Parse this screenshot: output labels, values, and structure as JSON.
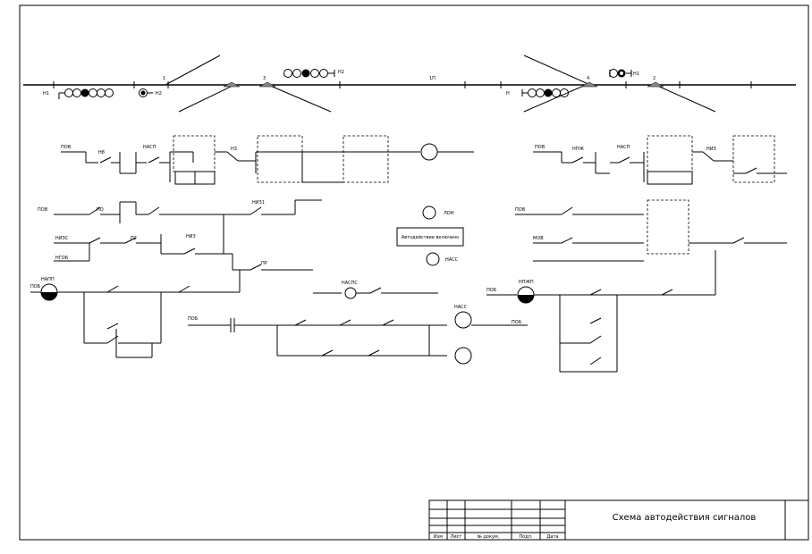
{
  "drawing": {
    "title": "Схема автодействия сигналов"
  },
  "track_plan": {
    "labels": [
      "1",
      "3",
      "1П",
      "4",
      "2",
      "Н1",
      "Н",
      "Н2",
      "Н2",
      "Н1"
    ]
  },
  "circuit_labels": {
    "upper_left": [
      "ПОВ",
      "Н8",
      "НАСП",
      "Н3",
      "ПОВ",
      "ПО",
      "П2",
      "НИЗ",
      "НИЗ1",
      "ПР",
      "НИЗС",
      "НГОБ"
    ],
    "power_left": [
      "ПОБ",
      "НАПП",
      "ПОБ"
    ],
    "power_right": [
      "ПОБ",
      "НПЖП"
    ],
    "center_right": [
      "ПОБ",
      "НАСС"
    ],
    "right_block": [
      "ПОВ",
      "НПЖ",
      "НАСП",
      "НИЗ",
      "ПОВ",
      "МОВ"
    ],
    "center_indicators": [
      "ЛОН",
      "НАСПС",
      "НАСС"
    ],
    "center_box": "Автодействие включено"
  },
  "stamp": {
    "columns": [
      "Изм",
      "Лист",
      "№ докум.",
      "Подп.",
      "Дата"
    ]
  }
}
